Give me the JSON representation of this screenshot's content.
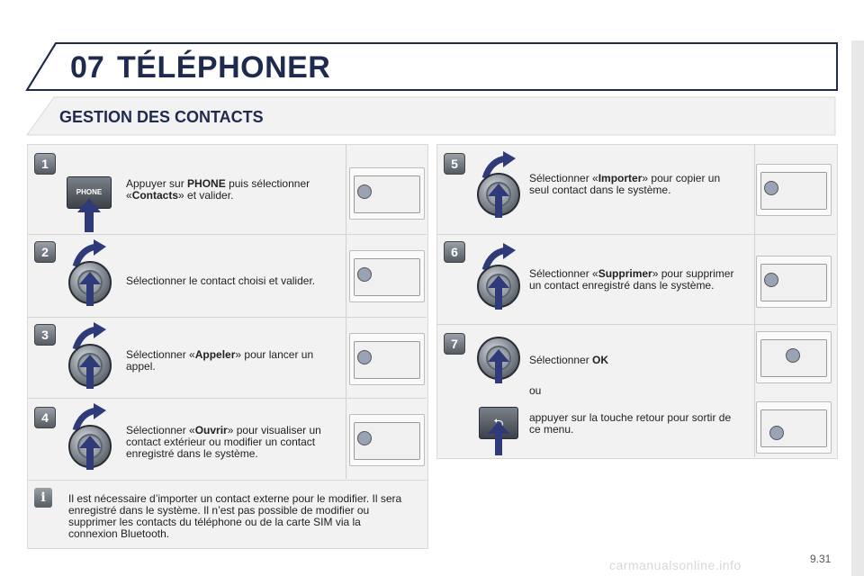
{
  "header": {
    "chapter_number": "07",
    "chapter_title": "TÉLÉPHONER"
  },
  "section_title": "GESTION DES CONTACTS",
  "steps": [
    {
      "number": "1",
      "text_before": "Appuyer sur ",
      "bold1": "PHONE",
      "text_mid": " puis sélectionner\n«",
      "bold2": "Contacts",
      "text_after": "» et valider.",
      "button_label": "PHONE"
    },
    {
      "number": "2",
      "text": "Sélectionner le contact choisi et valider."
    },
    {
      "number": "3",
      "text_before": "Sélectionner «",
      "bold1": "Appeler",
      "text_after": "» pour lancer un appel."
    },
    {
      "number": "4",
      "text_before": "Sélectionner «",
      "bold1": "Ouvrir",
      "text_after": "» pour visualiser un contact extérieur ou modifier un contact enregistré dans le système."
    },
    {
      "number": "5",
      "text_before": "Sélectionner «",
      "bold1": "Importer",
      "text_after": "» pour copier un seul contact dans le système."
    },
    {
      "number": "6",
      "text_before": "Sélectionner «",
      "bold1": "Supprimer",
      "text_after": "» pour supprimer un contact enregistré dans le système."
    },
    {
      "number": "7",
      "text_before": "Sélectionner ",
      "bold1": "OK",
      "or_text": "ou",
      "alt_text": "appuyer sur la touche retour pour sortir de ce menu."
    }
  ],
  "info_note": "Il est nécessaire d’importer un contact externe pour le modifier. Il sera enregistré dans le système. Il n’est pas possible de modifier ou supprimer les contacts du téléphone ou de la carte SIM via la connexion Bluetooth.",
  "page_number": "9.31",
  "watermark": "carmanualsonline.info",
  "colors": {
    "title": "#1f2a4f",
    "arrow": "#2f3b78",
    "panel": "#f2f2f2"
  }
}
